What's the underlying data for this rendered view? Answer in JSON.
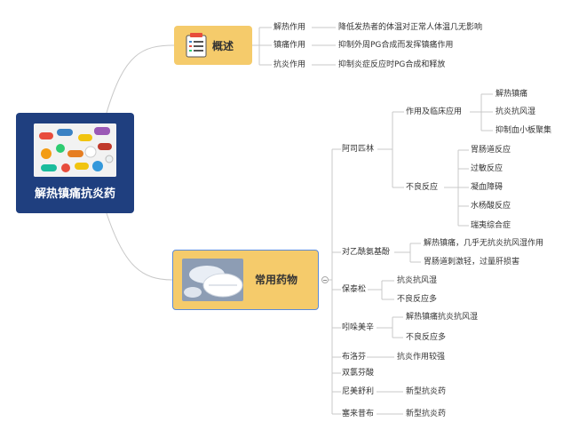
{
  "root": {
    "title": "解热镇痛抗炎药"
  },
  "overview": {
    "title": "概述",
    "items": [
      {
        "label": "解热作用",
        "detail": "降低发热者的体温对正常人体温几无影响"
      },
      {
        "label": "镇痛作用",
        "detail": "抑制外周PG合成而发挥镇痛作用"
      },
      {
        "label": "抗炎作用",
        "detail": "抑制炎症反应时PG合成和释放"
      }
    ]
  },
  "drugs": {
    "title": "常用药物",
    "aspirin": {
      "label": "阿司匹林",
      "uses": {
        "label": "作用及临床应用",
        "items": [
          "解热镇痛",
          "抗炎抗风湿",
          "抑制血小板聚集"
        ]
      },
      "adverse": {
        "label": "不良反应",
        "items": [
          "胃肠道反应",
          "过敏反应",
          "凝血障碍",
          "水杨酸反应",
          "瑞夷综合症"
        ]
      }
    },
    "paracetamol": {
      "label": "对乙酰氨基酚",
      "items": [
        "解热镇痛，几乎无抗炎抗风湿作用",
        "胃肠道刺激轻，过量肝损害"
      ]
    },
    "butazolidin": {
      "label": "保泰松",
      "items": [
        "抗炎抗风湿",
        "不良反应多"
      ]
    },
    "indomethacin": {
      "label": "吲哚美辛",
      "items": [
        "解热镇痛抗炎抗风湿",
        "不良反应多"
      ]
    },
    "ibuprofen": {
      "label": "布洛芬",
      "items": [
        "抗炎作用较强"
      ]
    },
    "diclofenac": {
      "label": "双氯芬酸"
    },
    "nimesulide": {
      "label": "尼美舒利",
      "items": [
        "新型抗炎药"
      ]
    },
    "celecoxib": {
      "label": "塞来昔布",
      "items": [
        "新型抗炎药"
      ]
    }
  }
}
